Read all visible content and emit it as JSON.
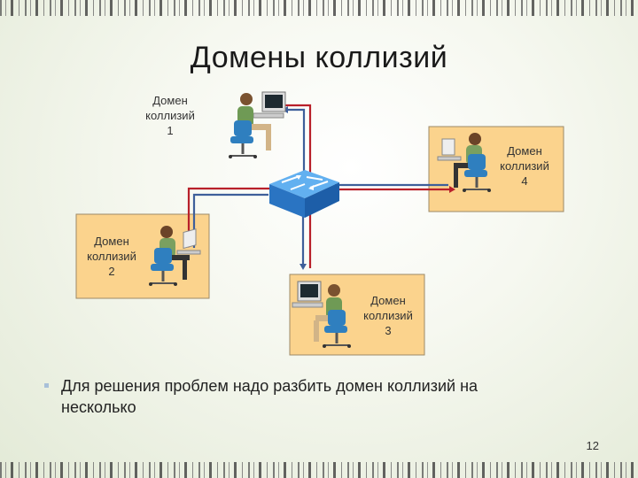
{
  "slide": {
    "title": "Домены коллизий",
    "page_number": "12"
  },
  "domains": [
    {
      "line1": "Домен",
      "line2": "коллизий",
      "line3": "1"
    },
    {
      "line1": "Домен",
      "line2": "коллизий",
      "line3": "2"
    },
    {
      "line1": "Домен",
      "line2": "коллизий",
      "line3": "3"
    },
    {
      "line1": "Домен",
      "line2": "коллизий",
      "line3": "4"
    }
  ],
  "bullet": {
    "text_line1": "Для решения проблем надо разбить домен коллизий на",
    "text_line2": "несколько"
  },
  "colors": {
    "domain_box": "#fbd38d",
    "cable_red": "#b8202a",
    "cable_blue": "#3e5f9a",
    "switch": "#2e7fd0",
    "chair": "#2f7fbf"
  },
  "icons": [
    "network-switch-icon",
    "workstation-icon"
  ]
}
